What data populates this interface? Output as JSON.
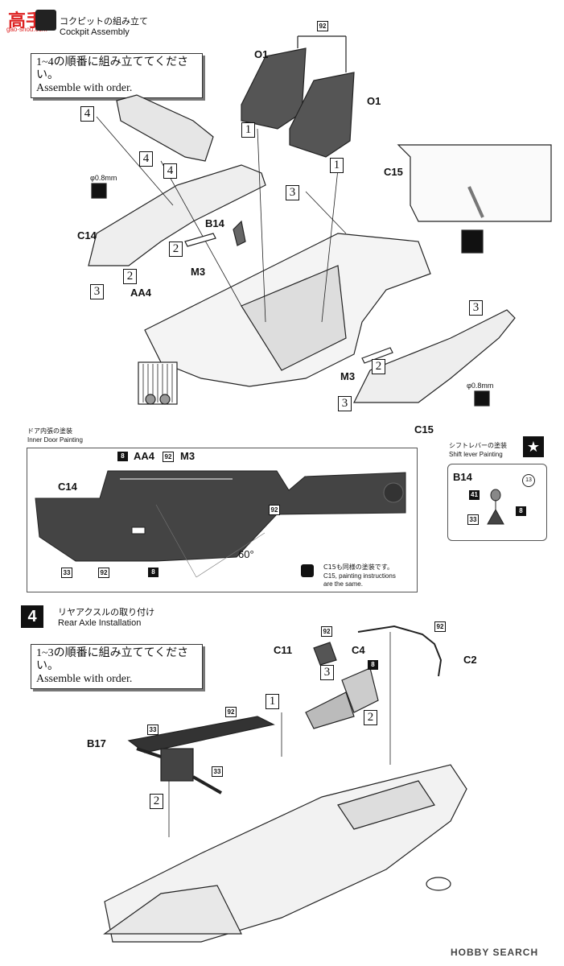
{
  "logo": {
    "text": "高手",
    "url": "gao-shou.com"
  },
  "cockpit": {
    "title_jp": "コクピットの組み立て",
    "title_en": "Cockpit Assembly",
    "note_jp": "1~4の順番に組み立ててください。",
    "note_en": "Assemble with order."
  },
  "parts": {
    "o1_left": "O1",
    "o1_right": "O1",
    "p92_top": "92",
    "c15_right": "C15",
    "c14": "C14",
    "b14": "B14",
    "m3": "M3",
    "aa4": "AA4",
    "m3_right": "M3",
    "c15_bottom": "C15",
    "phi_left": "φ0.8mm",
    "phi_right": "φ0.8mm"
  },
  "step_boxes": {
    "s1": "1",
    "s1b": "1",
    "s2": "2",
    "s2b": "2",
    "s2c": "2",
    "s3": "3",
    "s3b": "3",
    "s3c": "3",
    "s3d": "3",
    "s4": "4",
    "s4b": "4",
    "s4c": "4"
  },
  "inner_door": {
    "title_jp": "ドア内張の塗装",
    "title_en": "Inner Door Painting",
    "c14": "C14",
    "aa4": "AA4",
    "m3": "M3",
    "c8": "8",
    "c92a": "92",
    "c92b": "92",
    "c92c": "92",
    "c33": "33",
    "c8b": "8",
    "angle": "60°",
    "note_jp": "C15も同様の塗装です。",
    "note_en1": "C15, painting instructions",
    "note_en2": "are the same."
  },
  "shift": {
    "title_jp": "シフトレバーの塗装",
    "title_en": "Shift lever Painting",
    "b14": "B14",
    "c13": "13",
    "c41": "41",
    "c8": "8",
    "c33": "33"
  },
  "rear_axle": {
    "step": "4",
    "title_jp": "リヤアクスルの取り付け",
    "title_en": "Rear Axle Installation",
    "note_jp": "1~3の順番に組み立ててください。",
    "note_en": "Assemble with order.",
    "c11": "C11",
    "c4": "C4",
    "c2": "C2",
    "b17": "B17",
    "c92a": "92",
    "c92b": "92",
    "c92c": "92",
    "c8": "8",
    "c33a": "33",
    "c33b": "33",
    "s1": "1",
    "s2": "2",
    "s2b": "2",
    "s3": "3"
  },
  "footer": {
    "brand": "HOBBY SEARCH"
  }
}
